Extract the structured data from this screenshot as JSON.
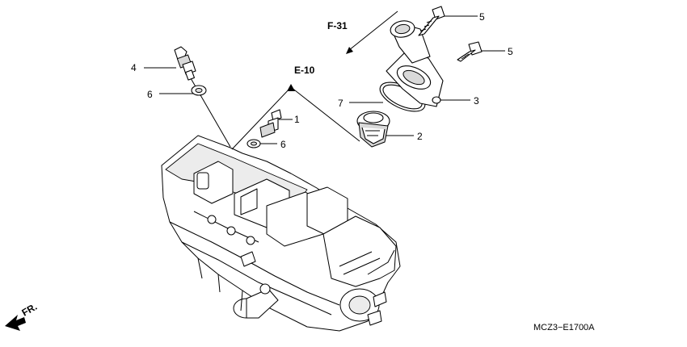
{
  "refs": {
    "f31": "F-31",
    "e10": "E-10"
  },
  "callouts": {
    "c1": "1",
    "c2": "2",
    "c3": "3",
    "c4": "4",
    "c5a": "5",
    "c5b": "5",
    "c6a": "6",
    "c6b": "6",
    "c7": "7"
  },
  "front_marker": "FR.",
  "diagram_code": "MCZ3−E1700A"
}
